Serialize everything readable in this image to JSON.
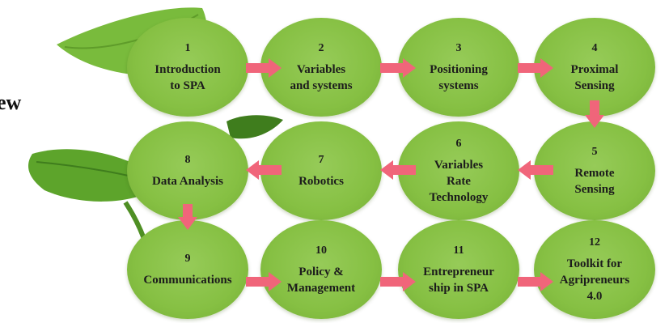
{
  "heading_fragment": "ew",
  "colors": {
    "node_fill": "#86c043",
    "arrow": "#f0657a",
    "leaf": "#6fb236",
    "leaf_dark": "#3f7d1d"
  },
  "nodes": [
    {
      "number": "1",
      "label": "Introduction\nto SPA"
    },
    {
      "number": "2",
      "label": "Variables\nand systems"
    },
    {
      "number": "3",
      "label": "Positioning\nsystems"
    },
    {
      "number": "4",
      "label": "Proximal\nSensing"
    },
    {
      "number": "5",
      "label": "Remote\nSensing"
    },
    {
      "number": "6",
      "label": "Variables\nRate\nTechnology"
    },
    {
      "number": "7",
      "label": "Robotics"
    },
    {
      "number": "8",
      "label": "Data Analysis"
    },
    {
      "number": "9",
      "label": "Communications"
    },
    {
      "number": "10",
      "label": "Policy &\nManagement"
    },
    {
      "number": "11",
      "label": "Entrepreneur\nship in SPA"
    },
    {
      "number": "12",
      "label": "Toolkit for\nAgripreneurs\n4.0"
    }
  ]
}
